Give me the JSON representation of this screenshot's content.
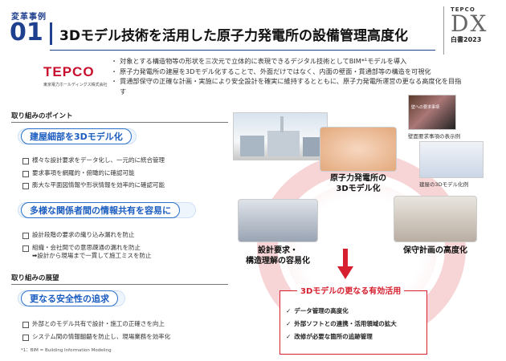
{
  "header": {
    "case_label": "変革事例",
    "case_number": "01",
    "title": "3Dモデル技術を活用した原子力発電所の設備管理高度化"
  },
  "brand": {
    "line1": "TEPCO",
    "mark": "DX",
    "year": "白書2023"
  },
  "logo": {
    "name": "TEPCO",
    "sub": "東京電力ホールディングス株式会社"
  },
  "intro": [
    "対象とする構造物等の形状を三次元で立体的に表現できるデジタル技術としてBIM*¹モデルを導入",
    "原子力発電所の建屋を3Dモデル化することで、外面だけではなく、内面の壁面・貫通部等の構造を可視化",
    "貫通部保守の正確な計画・実施により安全設計を確実に維持するとともに、原子力発電所運営の更なる高度化を目指す"
  ],
  "points": {
    "heading": "取り組みのポイント",
    "groups": [
      {
        "pill": "建屋細部を3Dモデル化",
        "items": [
          "様々な設計要求をデータ化し、一元的に統合管理",
          "要求事項を網羅的・俯瞰的に確認可能",
          "膨大な平面図情報や形状情報を効率的に確認可能"
        ]
      },
      {
        "pill": "多様な関係者間の情報共有を容易に",
        "items": [
          "設計段階の要求の織り込み漏れを防止",
          "組織・会社間での意思疎通の漏れを防止"
        ],
        "arrow_item": "➡設計から現場まで一貫して施工ミスを防止"
      }
    ]
  },
  "outlook": {
    "heading": "取り組みの展望",
    "pill": "更なる安全性の追求",
    "items": [
      "外部とのモデル共有で設計・施工の正確さを向上",
      "システム間の情報齟齬を防止し、現場業務を効率化"
    ]
  },
  "footnote": "*1：BIM = Building Information Modeling",
  "diagram": {
    "center": "原子力発電所の\n3Dモデル化",
    "left": "設計要求・\n構造理解の容易化",
    "right": "保守計画の高度化",
    "label_wall": "壁面要求事項の表示例",
    "label_model": "建屋の3Dモデル化例",
    "label_inside": "壁への要求事項"
  },
  "utilization": {
    "title": "3Dモデルの更なる有効活用",
    "items": [
      "データ管理の高度化",
      "外部ソフトとの連携・活用領域の拡大",
      "改修が必要な箇所の追跡管理"
    ]
  },
  "colors": {
    "navy": "#1f3f8f",
    "accent_blue": "#2a6fc9",
    "red": "#d6202f",
    "ring_pink": "#f6cfd2"
  }
}
